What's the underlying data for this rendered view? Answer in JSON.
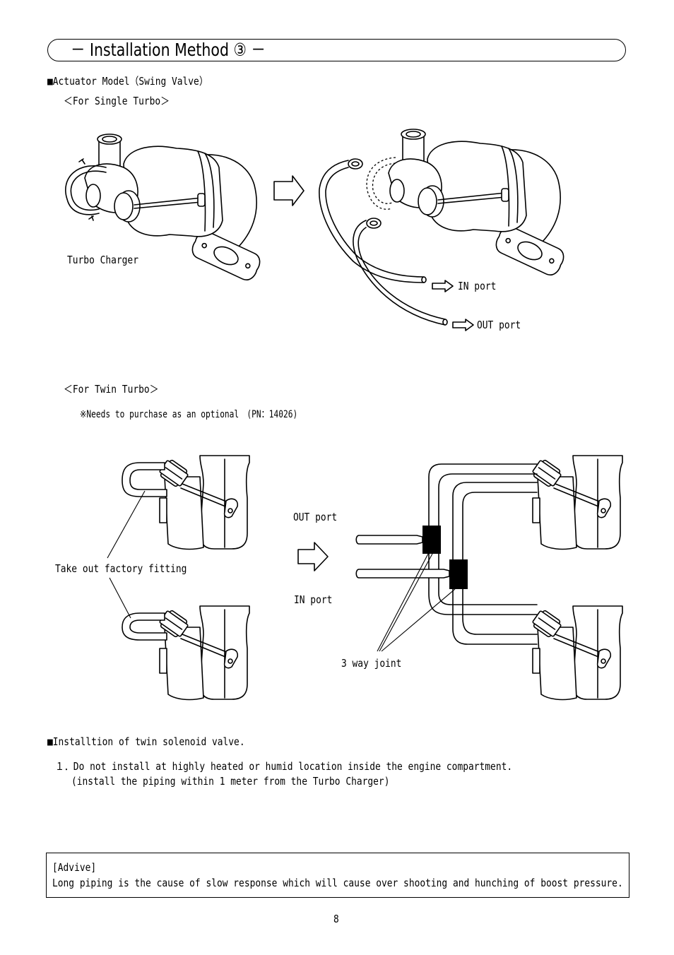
{
  "header": {
    "title": "－ Installation Method ③ －"
  },
  "sections": {
    "actuator": {
      "heading": "■Actuator Model（Swing Valve）",
      "single": {
        "subheading": "＜For Single Turbo＞",
        "turbo_label": "Turbo Charger",
        "in_port": "IN port",
        "out_port": "OUT port"
      },
      "twin": {
        "subheading": "＜For Twin Turbo＞",
        "note": "※Needs to purchase as an optional　(PN：14026)",
        "take_out_label": "Take out factory fitting",
        "out_port": "OUT port",
        "in_port": "IN port",
        "joint_label": "3 way joint"
      }
    },
    "solenoid": {
      "heading": "■Installtion of twin solenoid valve.",
      "item_1": "１．Do not install at highly heated or humid location inside the engine compartment.",
      "item_1_sub": "(install the piping within 1 meter from the Turbo Charger)"
    }
  },
  "advice": {
    "label": "[Advive]",
    "text": "Long piping is the cause of slow response which will cause over shooting and hunching of boost pressure."
  },
  "page_number": "8"
}
